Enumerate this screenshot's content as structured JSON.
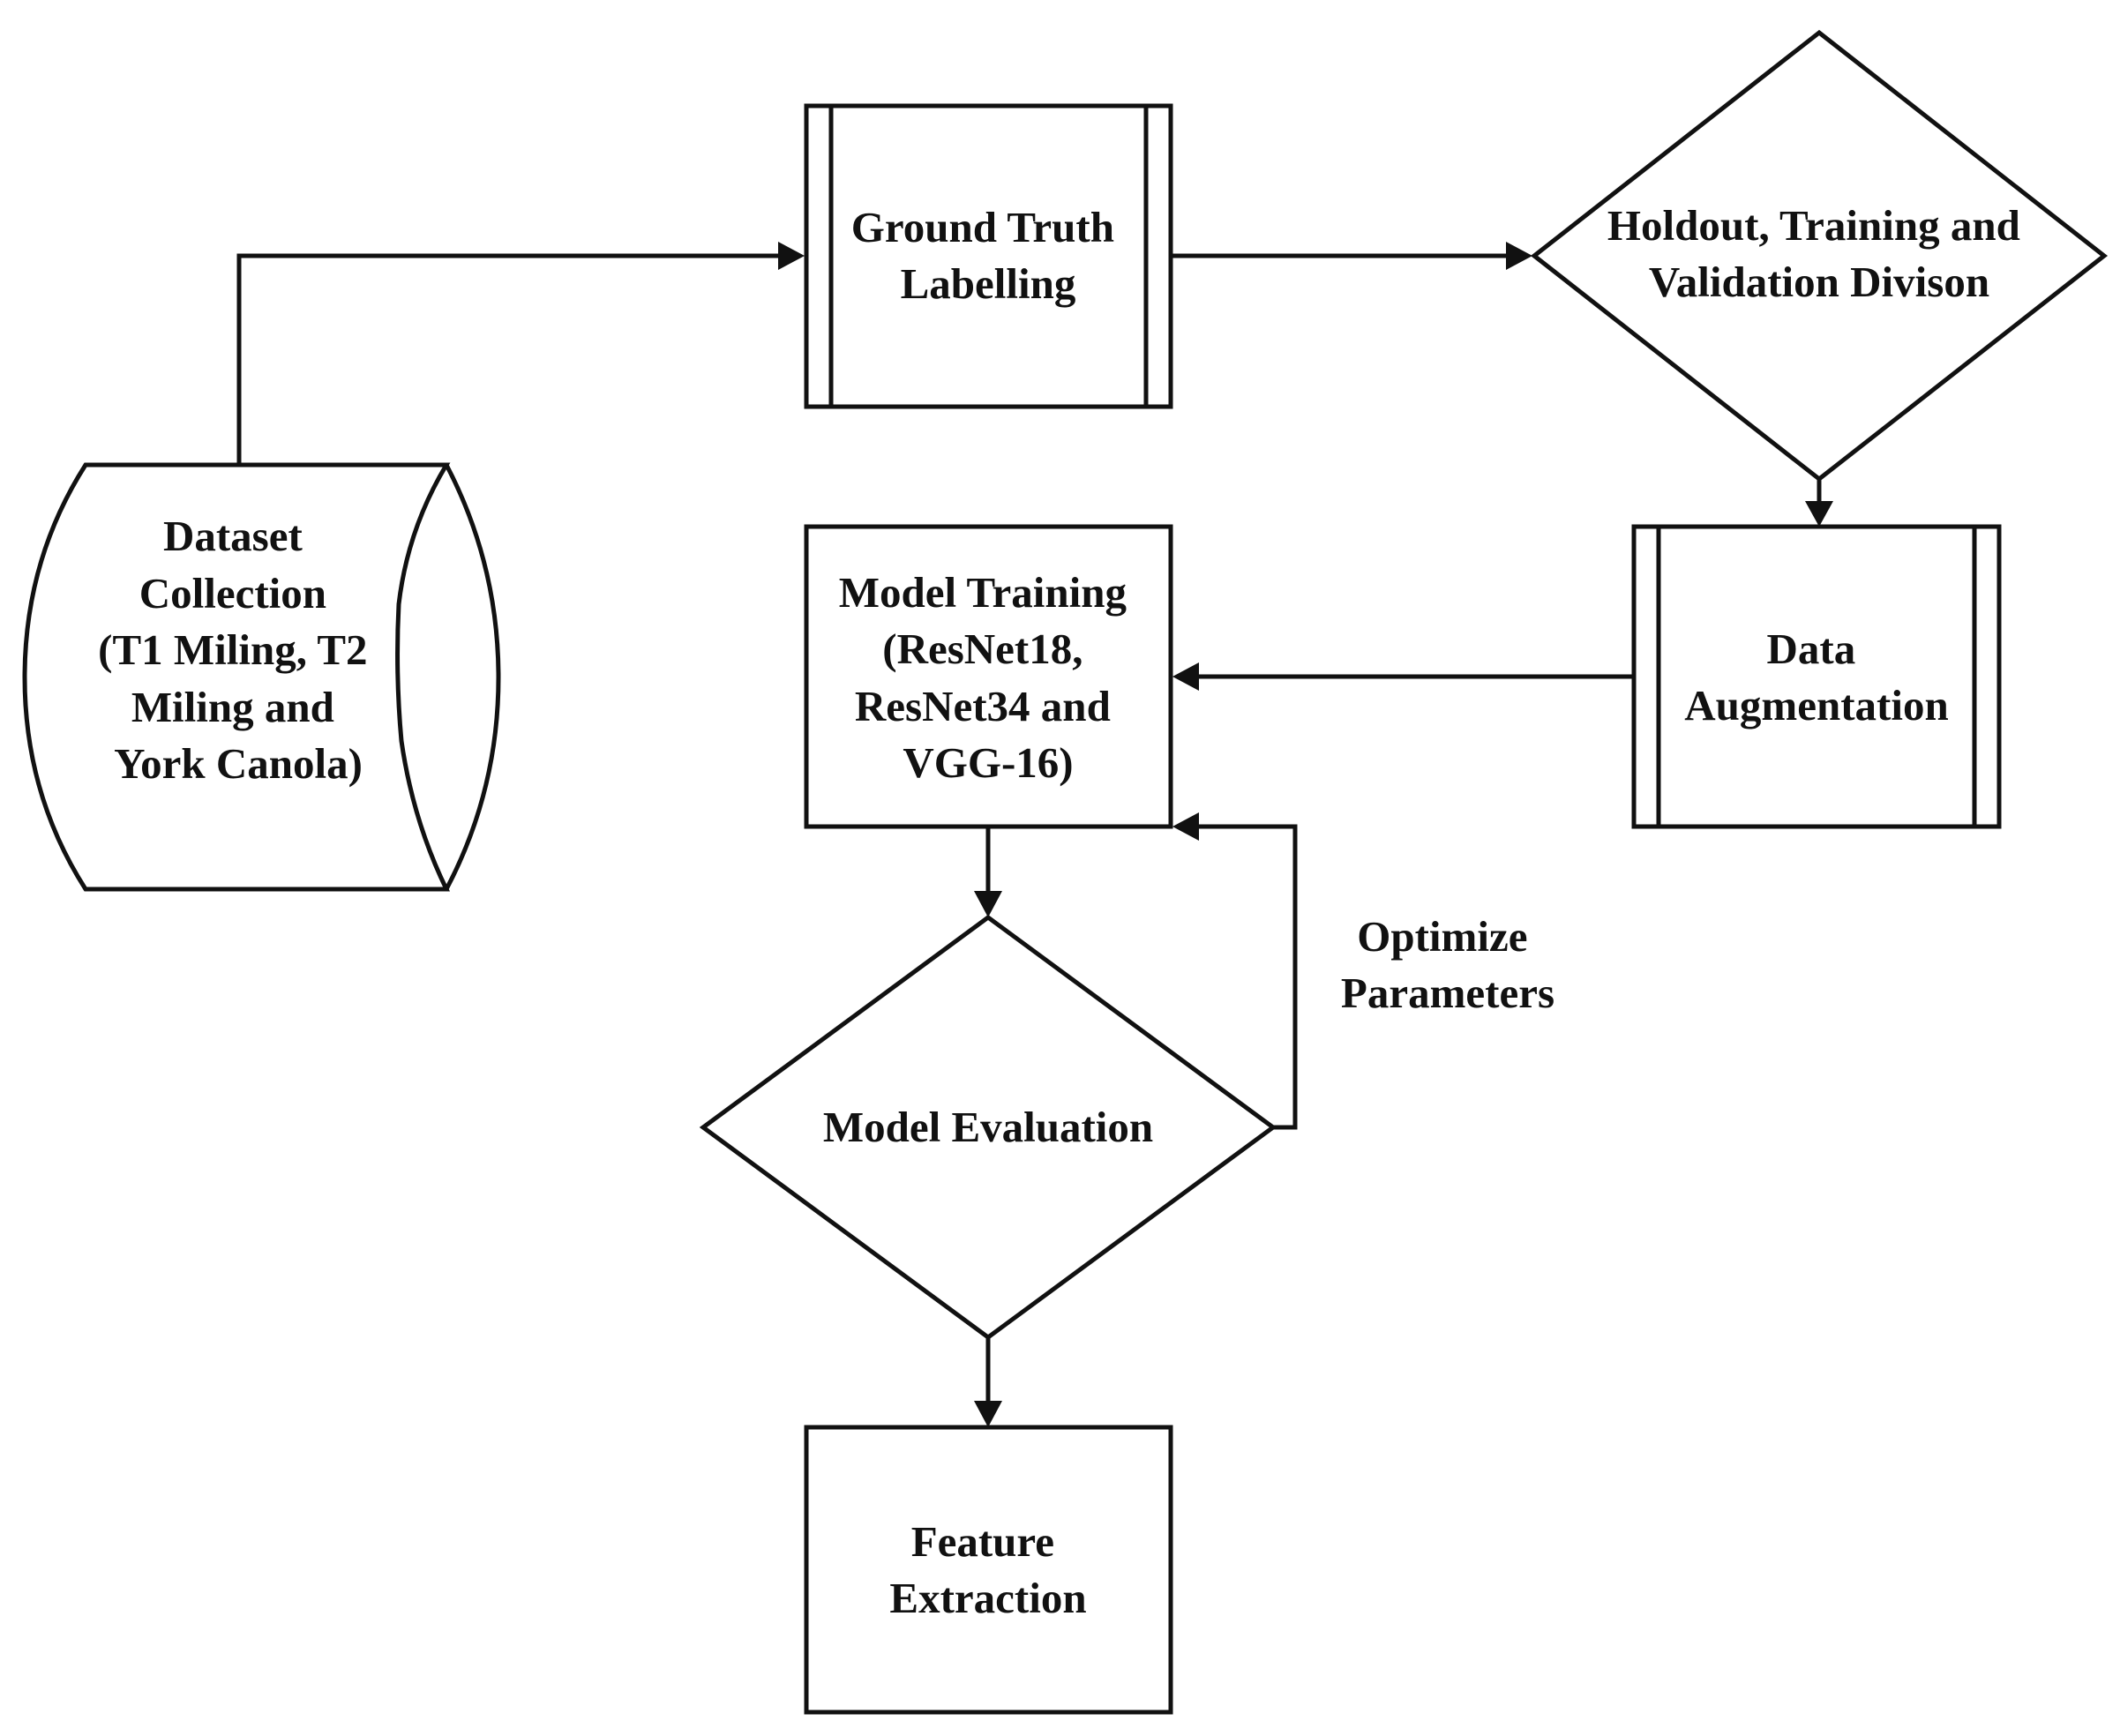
{
  "nodes": {
    "dataset_collection": [
      "Dataset",
      "Collection",
      "(T1 Miling, T2",
      "Miling and",
      "York Canola)"
    ],
    "ground_truth_labelling": [
      "Ground Truth",
      "Labelling"
    ],
    "holdout_division": [
      "Holdout, Training and",
      "Validation Divison"
    ],
    "data_augmentation": [
      "Data",
      "Augmentation"
    ],
    "model_training": [
      "Model Training",
      "(ResNet18,",
      "ResNet34 and",
      "VGG-16)"
    ],
    "model_evaluation": [
      "Model Evaluation"
    ],
    "feature_extraction": [
      "Feature",
      "Extraction"
    ]
  },
  "edge_labels": {
    "optimize_parameters": [
      "Optimize",
      "Parameters"
    ]
  }
}
